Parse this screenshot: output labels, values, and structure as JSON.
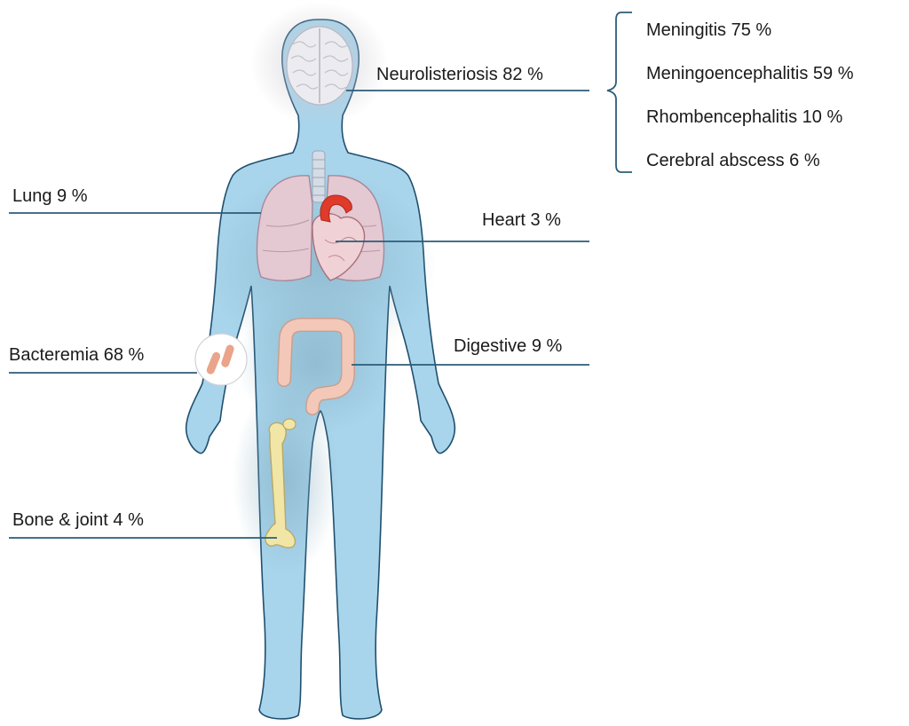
{
  "labels": {
    "neurolisteriosis": "Neurolisteriosis 82 %",
    "lung": "Lung 9 %",
    "heart": "Heart 3 %",
    "bacteremia": "Bacteremia 68 %",
    "digestive": "Digestive 9 %",
    "bone_joint": "Bone & joint 4 %"
  },
  "neuro_subtypes": [
    {
      "label": "Meningitis 75 %"
    },
    {
      "label": "Meningoencephalitis 59 %"
    },
    {
      "label": "Rhombencephalitis 10 %"
    },
    {
      "label": "Cerebral abscess  6 %"
    }
  ],
  "colors": {
    "body": "#a9d5ec",
    "body_outline": "#1f4f6e",
    "leader_line": "#2b5c78",
    "brain": "#ececf0",
    "lung": "#e4c8d2",
    "heart": "#f0d2d6",
    "aorta": "#e03a2a",
    "colon": "#f4c8b8",
    "bone": "#f2e6a6",
    "bacteria_circle": "#ffffff",
    "bacteria": "#e9a48a"
  }
}
